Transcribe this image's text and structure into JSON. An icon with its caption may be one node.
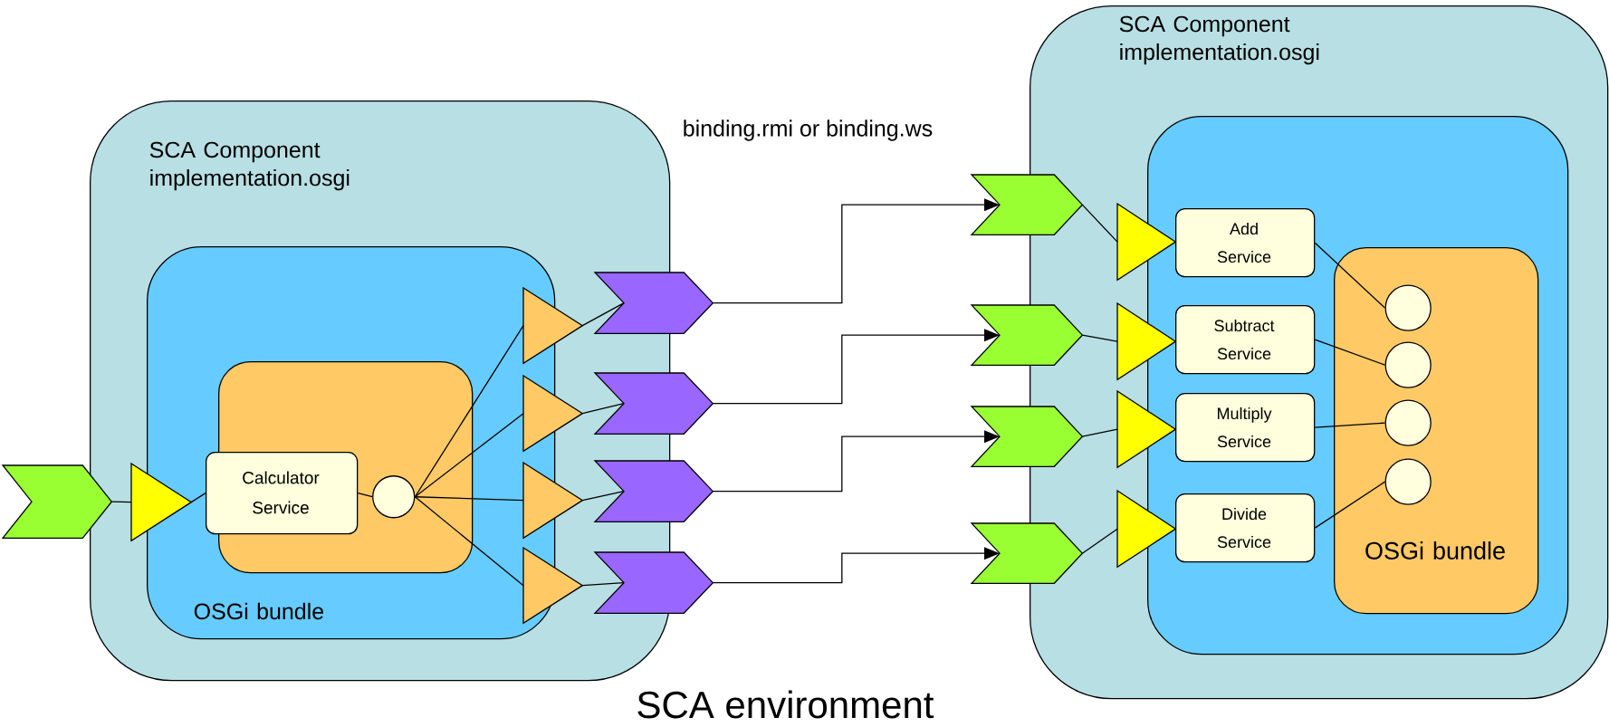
{
  "diagram": {
    "caption": "SCA environment",
    "nodes": [
      {
        "text": [
          "SCA Component implementation.osgi"
        ]
      },
      {
        "text": [
          "OSGi bundle"
        ],
        "in": 0
      },
      {
        "text": [],
        "shape": "box",
        "in": 1
      },
      {
        "text": [
          "Calculator Service"
        ],
        "in": 1
      },
      {
        "text": [],
        "shape": "circle",
        "in": 2
      },
      {
        "text": [],
        "shape": "chevron"
      },
      {
        "text": [],
        "shape": "triangle",
        "in": 0
      },
      {
        "text": [],
        "shape": "triangle",
        "in": 0
      },
      {
        "text": [],
        "shape": "triangle",
        "in": 0
      },
      {
        "text": [],
        "shape": "triangle",
        "in": 0
      },
      {
        "text": [],
        "shape": "triangle",
        "in": 0
      },
      {
        "text": [],
        "shape": "chevron"
      },
      {
        "text": [],
        "shape": "chevron"
      },
      {
        "text": [],
        "shape": "chevron"
      },
      {
        "text": [],
        "shape": "chevron"
      },
      {
        "text": [
          "SCA Component implementation.osgi"
        ]
      },
      {
        "text": [],
        "shape": "box",
        "in": 15
      },
      {
        "text": [
          "OSGi bundle"
        ],
        "in": 16
      },
      {
        "text": [],
        "shape": "chevron"
      },
      {
        "text": [],
        "shape": "chevron"
      },
      {
        "text": [],
        "shape": "chevron"
      },
      {
        "text": [],
        "shape": "chevron"
      },
      {
        "text": [],
        "shape": "triangle",
        "in": 15
      },
      {
        "text": [],
        "shape": "triangle",
        "in": 15
      },
      {
        "text": [],
        "shape": "triangle",
        "in": 15
      },
      {
        "text": [],
        "shape": "triangle",
        "in": 15
      },
      {
        "text": [
          "Add Service"
        ],
        "in": 16
      },
      {
        "text": [
          "Subtract Service"
        ],
        "in": 16
      },
      {
        "text": [
          "Multiply Service"
        ],
        "in": 16
      },
      {
        "text": [
          "Divide Service"
        ],
        "in": 16
      },
      {
        "text": [],
        "shape": "circle",
        "in": 17
      },
      {
        "text": [],
        "shape": "circle",
        "in": 17
      },
      {
        "text": [],
        "shape": "circle",
        "in": 17
      },
      {
        "text": [],
        "shape": "circle",
        "in": 17
      }
    ],
    "edges": [
      {
        "from": 5,
        "to": 6,
        "arrow": "none"
      },
      {
        "from": 6,
        "to": 3,
        "arrow": "none"
      },
      {
        "from": 3,
        "to": 4,
        "arrow": "none"
      },
      {
        "from": 4,
        "to": 7,
        "arrow": "none"
      },
      {
        "from": 4,
        "to": 8,
        "arrow": "none"
      },
      {
        "from": 4,
        "to": 9,
        "arrow": "none"
      },
      {
        "from": 4,
        "to": 10,
        "arrow": "none"
      },
      {
        "from": 7,
        "to": 11,
        "arrow": "none"
      },
      {
        "from": 8,
        "to": 12,
        "arrow": "none"
      },
      {
        "from": 9,
        "to": 13,
        "arrow": "none"
      },
      {
        "from": 10,
        "to": 14,
        "arrow": "none"
      },
      {
        "from": 11,
        "to": 18,
        "arrow": "to"
      },
      {
        "from": 12,
        "to": 19,
        "arrow": "to"
      },
      {
        "from": 13,
        "to": 20,
        "arrow": "to"
      },
      {
        "from": 14,
        "to": 21,
        "arrow": "to"
      },
      {
        "from": 18,
        "to": 22,
        "arrow": "none"
      },
      {
        "from": 19,
        "to": 23,
        "arrow": "none"
      },
      {
        "from": 20,
        "to": 24,
        "arrow": "none"
      },
      {
        "from": 21,
        "to": 25,
        "arrow": "none"
      },
      {
        "from": 26,
        "to": 30,
        "arrow": "none"
      },
      {
        "from": 27,
        "to": 31,
        "arrow": "none"
      },
      {
        "from": 28,
        "to": 32,
        "arrow": "none"
      },
      {
        "from": 29,
        "to": 33,
        "arrow": "none"
      }
    ],
    "labels": [
      "binding.rmi or binding.ws"
    ]
  }
}
